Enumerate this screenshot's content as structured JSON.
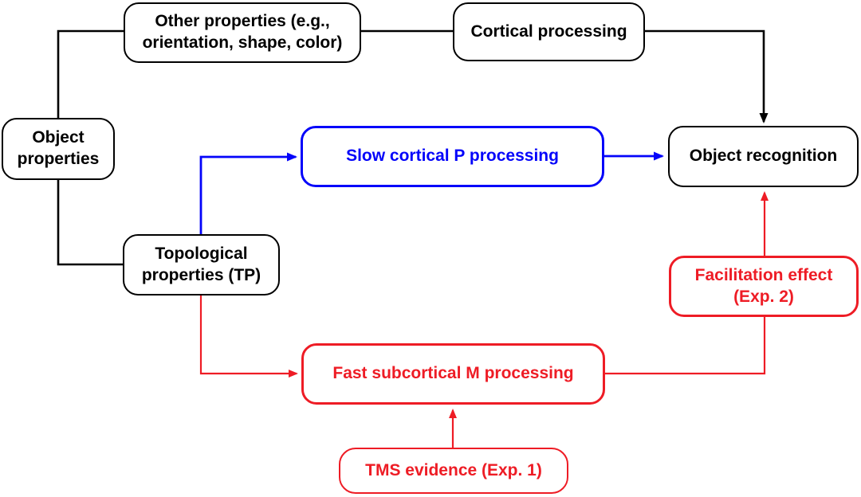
{
  "diagram": {
    "type": "flowchart",
    "colors": {
      "black": "#000000",
      "blue": "#0404fa",
      "red": "#ee1c25",
      "background": "#ffffff"
    },
    "nodes": {
      "object_properties": {
        "lines": [
          "Object",
          "properties"
        ],
        "color": "black"
      },
      "other_properties": {
        "lines": [
          "Other properties (e.g.,",
          "orientation, shape, color)"
        ],
        "color": "black"
      },
      "cortical_processing": {
        "lines": [
          "Cortical processing"
        ],
        "color": "black"
      },
      "slow_cortical": {
        "lines": [
          "Slow cortical P processing"
        ],
        "color": "blue"
      },
      "object_recognition": {
        "lines": [
          "Object recognition"
        ],
        "color": "black"
      },
      "topological_properties": {
        "lines": [
          "Topological",
          "properties (TP)"
        ],
        "color": "black"
      },
      "facilitation_effect": {
        "lines": [
          "Facilitation effect",
          "(Exp. 2)"
        ],
        "color": "red"
      },
      "fast_subcortical": {
        "lines": [
          "Fast subcortical M processing"
        ],
        "color": "red"
      },
      "tms_evidence": {
        "lines": [
          "TMS evidence (Exp. 1)"
        ],
        "color": "red"
      }
    },
    "edges": [
      {
        "from": "object_properties",
        "to": "other_properties",
        "color": "black",
        "arrow": false
      },
      {
        "from": "other_properties",
        "to": "cortical_processing",
        "color": "black",
        "arrow": false
      },
      {
        "from": "cortical_processing",
        "to": "object_recognition",
        "color": "black",
        "arrow": true
      },
      {
        "from": "object_properties",
        "to": "topological_properties",
        "color": "black",
        "arrow": false
      },
      {
        "from": "topological_properties",
        "to": "slow_cortical",
        "color": "blue",
        "arrow": true
      },
      {
        "from": "slow_cortical",
        "to": "object_recognition",
        "color": "blue",
        "arrow": true
      },
      {
        "from": "topological_properties",
        "to": "fast_subcortical",
        "color": "red",
        "arrow": true
      },
      {
        "from": "fast_subcortical",
        "to": "facilitation_effect",
        "color": "red",
        "arrow": false
      },
      {
        "from": "facilitation_effect",
        "to": "object_recognition",
        "color": "red",
        "arrow": true
      },
      {
        "from": "tms_evidence",
        "to": "fast_subcortical",
        "color": "red",
        "arrow": true
      }
    ]
  }
}
